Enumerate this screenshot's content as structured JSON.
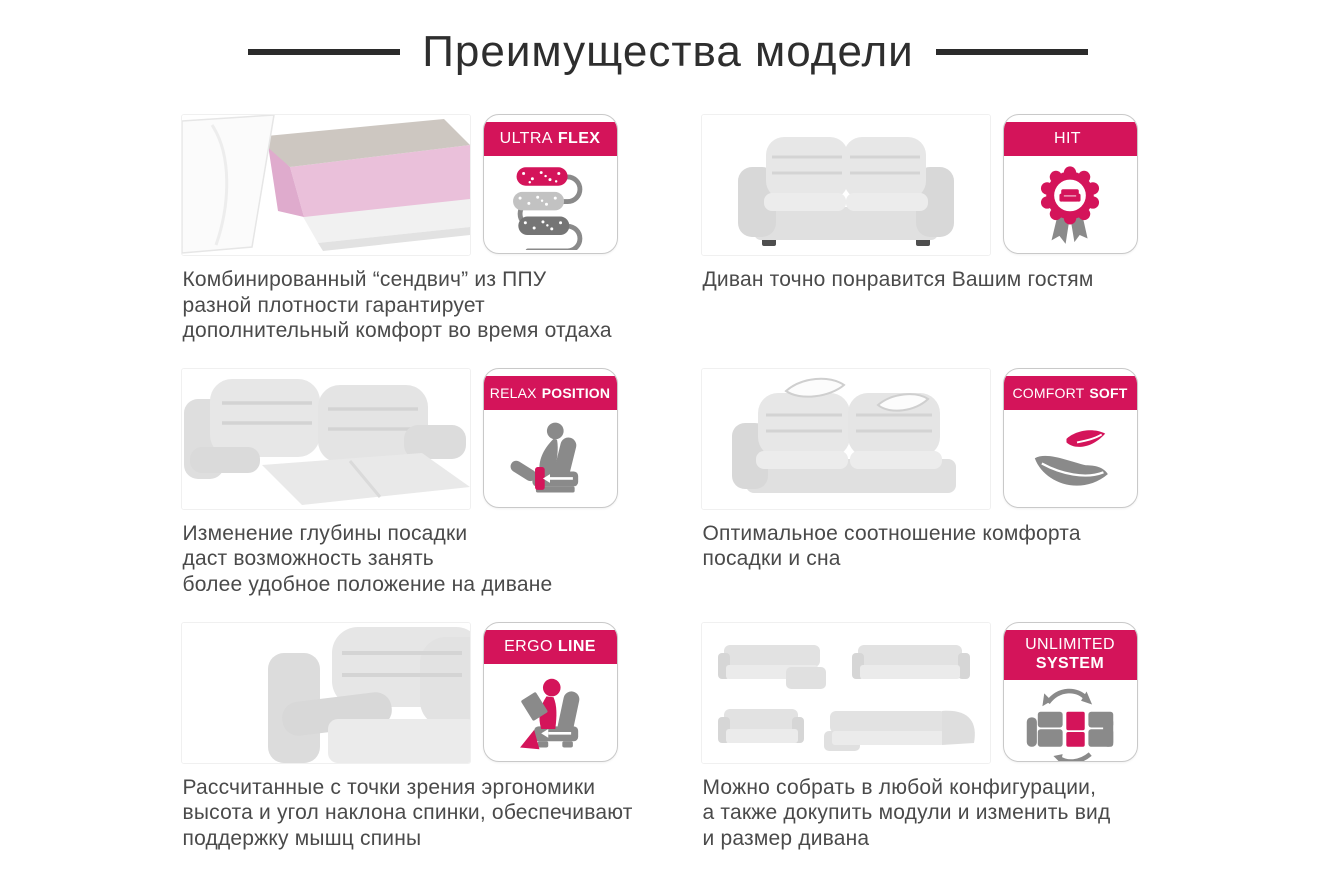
{
  "page": {
    "title": "Преимущества модели"
  },
  "colors": {
    "accent_pink": "#d4145a",
    "icon_gray": "#8a8a8a",
    "icon_gray_light": "#c2c2c2",
    "icon_gray_dark": "#757575",
    "title_text": "#2e2e2e",
    "caption_text": "#4a4a4a"
  },
  "features": [
    {
      "id": "ultra-flex",
      "badge": {
        "label_1": "ULTRA",
        "label_2": "FLEX"
      },
      "icon": "foam-layers-icon",
      "photo": "foam-sandwich-photo",
      "caption": "Комбинированный “сендвич” из ППУ\nразной плотности гарантирует\nдополнительный комфорт во время отдаха"
    },
    {
      "id": "hit",
      "badge": {
        "label_1": "HIT",
        "label_2": ""
      },
      "icon": "award-rosette-sofa-icon",
      "photo": "sofa-front-photo",
      "caption": "Диван точно понравится Вашим гостям"
    },
    {
      "id": "relax-position",
      "badge": {
        "label_1": "RELAX",
        "label_2": "POSITION"
      },
      "icon": "reclining-person-arrow-icon",
      "photo": "sofa-extended-seat-photo",
      "caption": "Изменение глубины посадки\nдаст возможность занять\nболее удобное положение на диване"
    },
    {
      "id": "comfort-soft",
      "badge": {
        "label_1": "COMFORT",
        "label_2": "SOFT"
      },
      "icon": "feathers-icon",
      "photo": "sofa-feathers-photo",
      "caption": "Оптимальное соотношение комфорта\nпосадки и сна"
    },
    {
      "id": "ergo-line",
      "badge": {
        "label_1": "ERGO",
        "label_2": "LINE"
      },
      "icon": "ergonomic-seated-person-icon",
      "photo": "sofa-backrest-closeup-photo",
      "caption": "Рассчитанные с точки зрения эргономики\nвысота и угол наклона спинки, обеспечивают\nподдержку мышц спины"
    },
    {
      "id": "unlimited-system",
      "badge": {
        "label_1": "UNLIMITED",
        "label_2": "SYSTEM"
      },
      "icon": "modular-sofa-swap-icon",
      "photo": "sofa-configurations-photo",
      "caption": "Можно собрать в любой конфигурации,\nа также докупить модули и изменить вид\nи размер дивана"
    }
  ]
}
